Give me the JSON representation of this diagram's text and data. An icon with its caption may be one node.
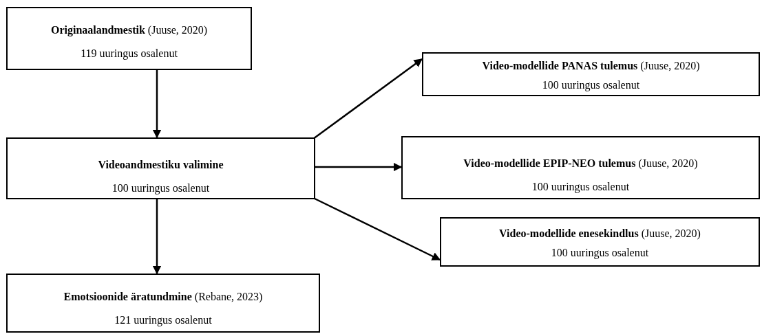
{
  "diagram": {
    "nodes": [
      {
        "text": [
          "**Originaalandmestik** (Juuse, 2020)",
          "119 uuringus osalenut"
        ]
      },
      {
        "text": [
          "**Videoandmestiku valimine**",
          "100 uuringus osalenut"
        ]
      },
      {
        "text": [
          "**Emotsioonide äratundmine** (Rebane, 2023)",
          "121 uuringus osalenut"
        ]
      },
      {
        "text": [
          "**Video-modellide PANAS tulemus** (Juuse, 2020)",
          "100 uuringus osalenut"
        ]
      },
      {
        "text": [
          "**Video-modellide EPIP-NEO tulemus** (Juuse, 2020)",
          "100 uuringus osalenut"
        ]
      },
      {
        "text": [
          "**Video-modellide enesekindlus** (Juuse, 2020)",
          "100 uuringus osalenut"
        ]
      }
    ],
    "edges": [
      {
        "from": 0,
        "to": 1,
        "arrow": "to"
      },
      {
        "from": 1,
        "to": 2,
        "arrow": "to"
      },
      {
        "from": 1,
        "to": 3,
        "arrow": "to"
      },
      {
        "from": 1,
        "to": 4,
        "arrow": "to"
      },
      {
        "from": 1,
        "to": 5,
        "arrow": "to"
      }
    ]
  }
}
